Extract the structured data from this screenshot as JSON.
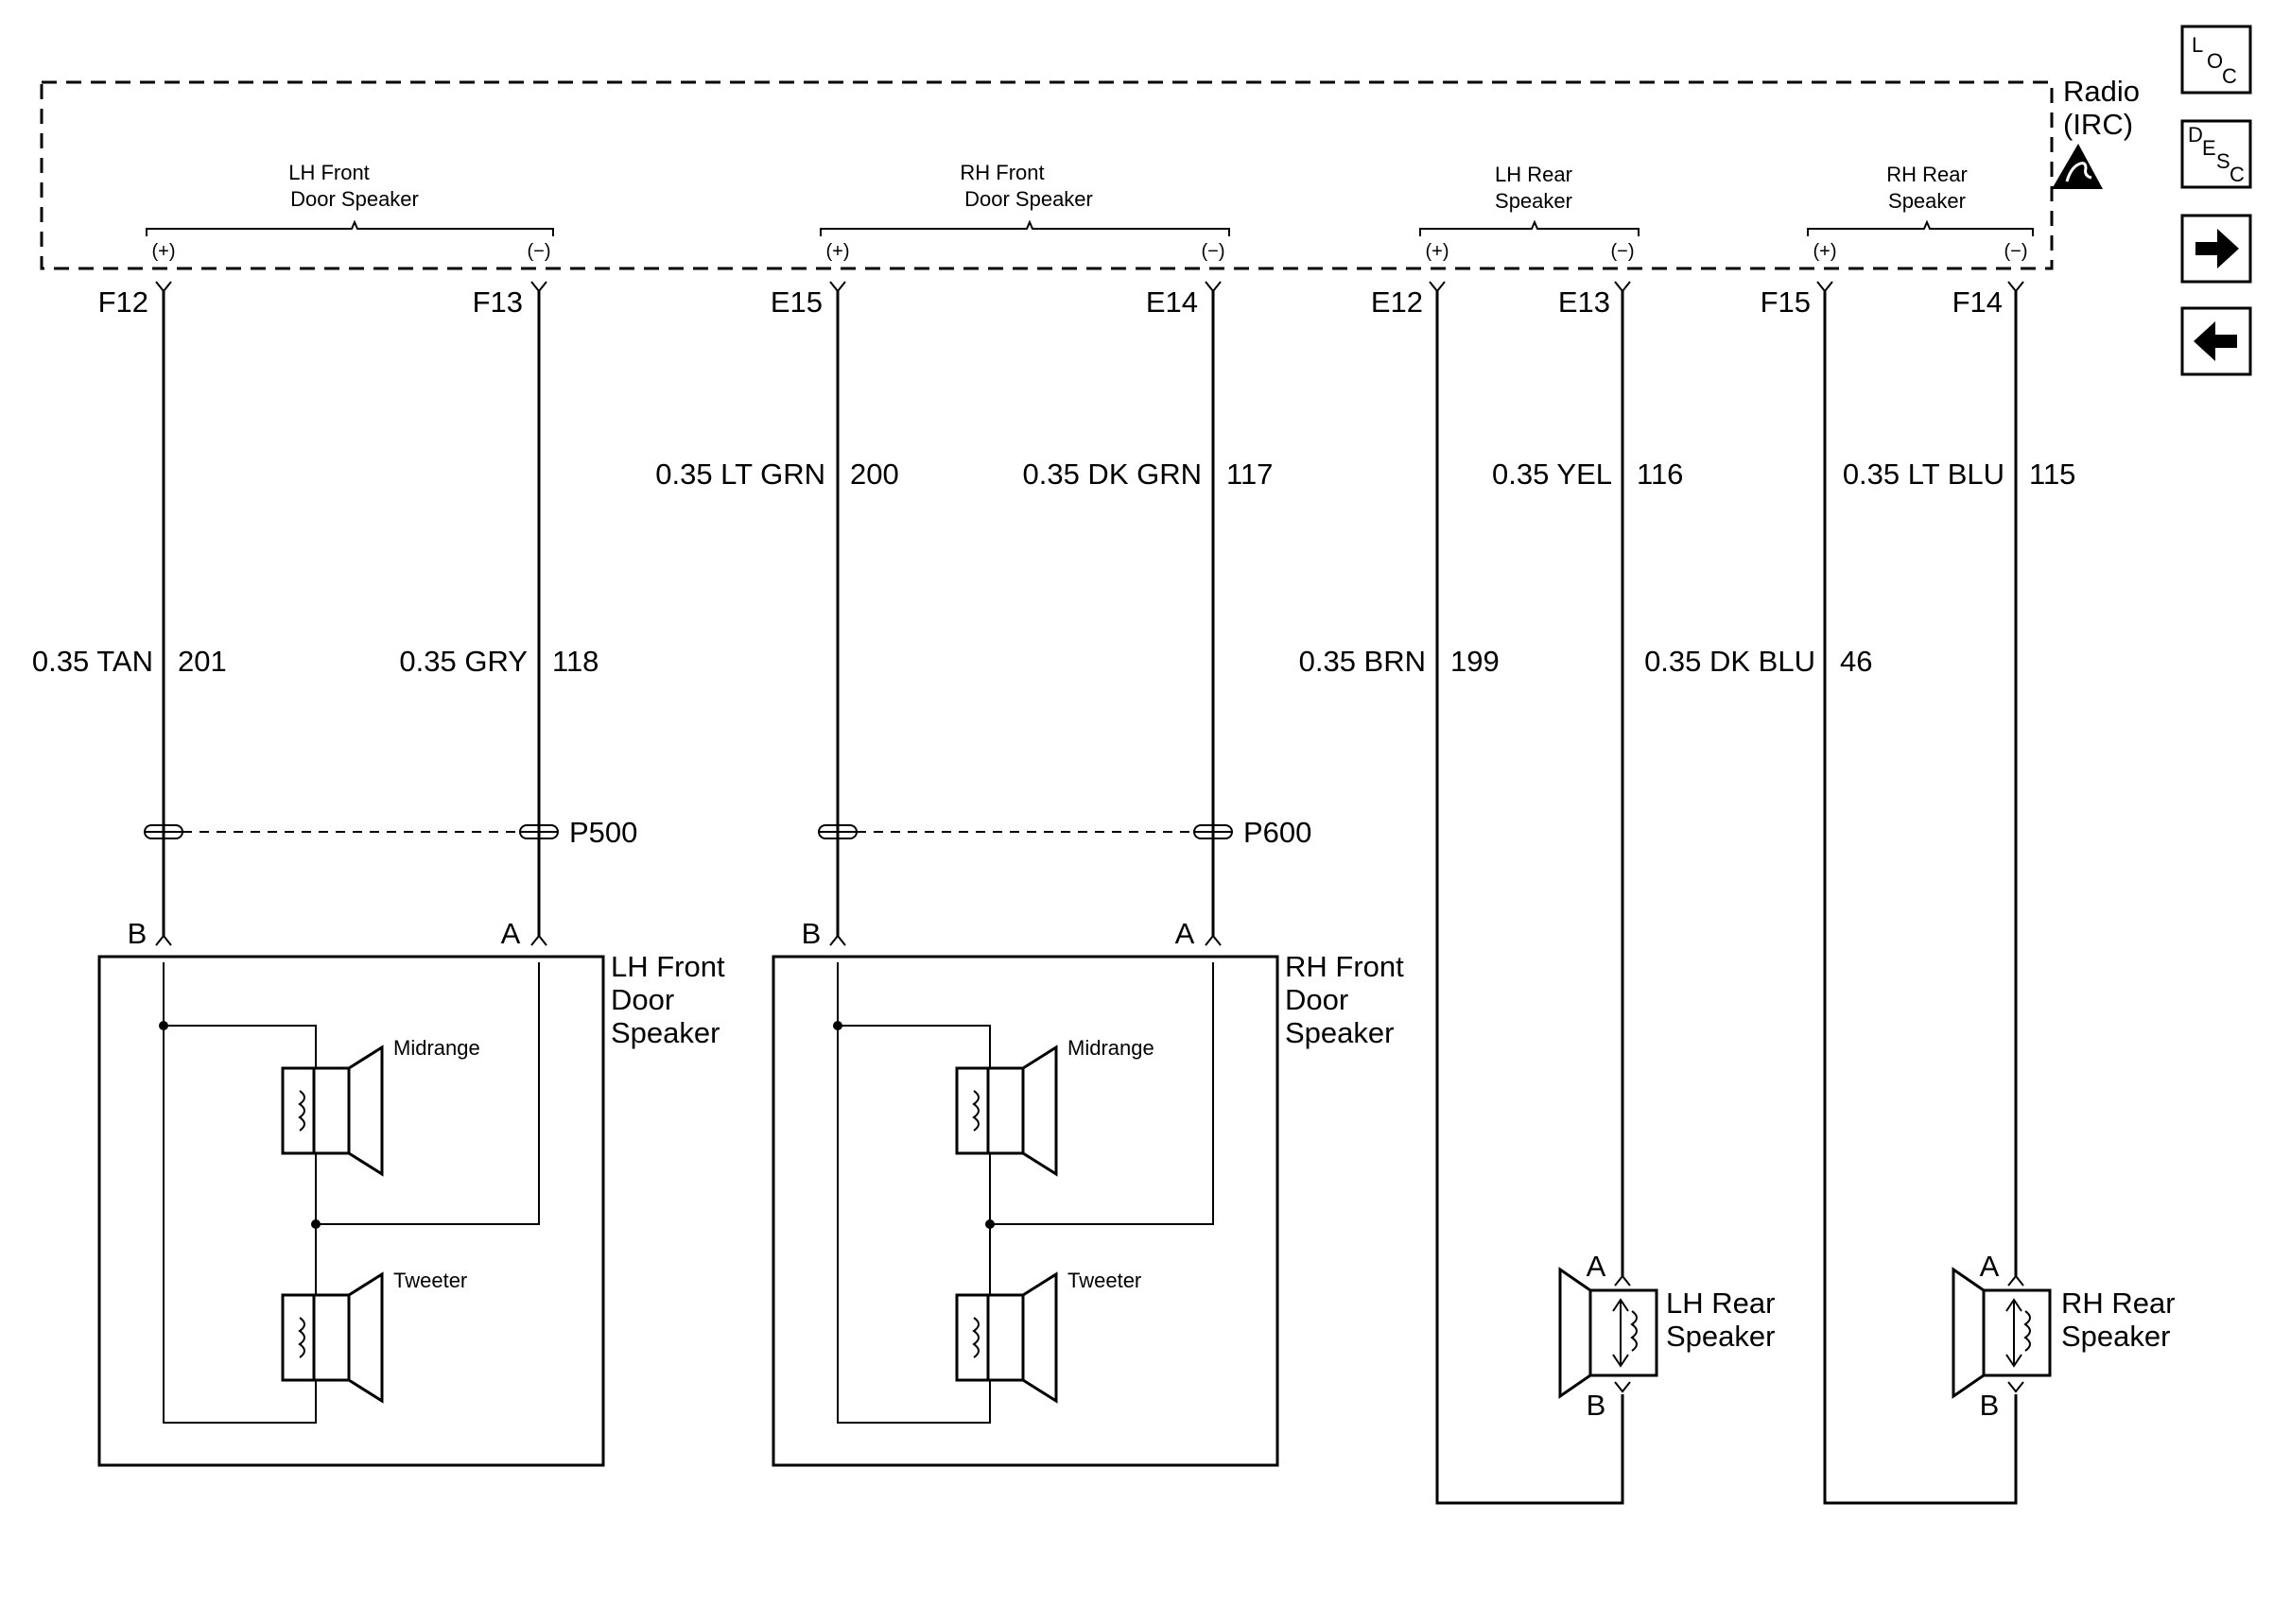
{
  "module": {
    "name_line1": "Radio",
    "name_line2": "(IRC)",
    "groups": [
      {
        "line1": "LH Front",
        "line2": "Door Speaker"
      },
      {
        "line1": "RH Front",
        "line2": "Door Speaker"
      },
      {
        "line1": "LH Rear",
        "line2": "Speaker"
      },
      {
        "line1": "RH Rear",
        "line2": "Speaker"
      }
    ],
    "polarity_pos": "(+)",
    "polarity_neg": "(−)"
  },
  "pins": [
    "F12",
    "F13",
    "E15",
    "E14",
    "E12",
    "E13",
    "F15",
    "F14"
  ],
  "wires": [
    {
      "color": "0.35 TAN",
      "circuit": "201"
    },
    {
      "color": "0.35 GRY",
      "circuit": "118"
    },
    {
      "color": "0.35 LT GRN",
      "circuit": "200"
    },
    {
      "color": "0.35 DK GRN",
      "circuit": "117"
    },
    {
      "color": "0.35 BRN",
      "circuit": "199"
    },
    {
      "color": "0.35 YEL",
      "circuit": "116"
    },
    {
      "color": "0.35 DK BLU",
      "circuit": "46"
    },
    {
      "color": "0.35 LT BLU",
      "circuit": "115"
    }
  ],
  "connectors": [
    "P500",
    "P600"
  ],
  "terminals": {
    "a": "A",
    "b": "B"
  },
  "speakers": {
    "lh_front": {
      "line1": "LH Front",
      "line2": "Door",
      "line3": "Speaker"
    },
    "rh_front": {
      "line1": "RH Front",
      "line2": "Door",
      "line3": "Speaker"
    },
    "lh_rear": {
      "line1": "LH Rear",
      "line2": "Speaker"
    },
    "rh_rear": {
      "line1": "RH Rear",
      "line2": "Speaker"
    },
    "midrange": "Midrange",
    "tweeter": "Tweeter"
  },
  "nav": {
    "loc": {
      "l": "L",
      "o": "O",
      "c": "C"
    },
    "desc": {
      "d": "D",
      "e": "E",
      "s": "S",
      "c": "C"
    }
  }
}
